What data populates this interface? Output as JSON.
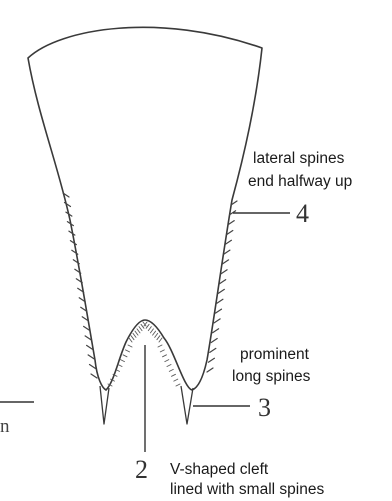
{
  "annotations": {
    "lateral_spines": {
      "number": "4",
      "line1": "lateral spines",
      "line2": "end halfway up"
    },
    "prominent_spines": {
      "number": "3",
      "line1": "prominent",
      "line2": "long spines"
    },
    "cleft": {
      "number": "2",
      "line1": "V-shaped cleft",
      "line2": "lined with small spines"
    }
  },
  "fragments": {
    "left_edge_letter": "n"
  }
}
